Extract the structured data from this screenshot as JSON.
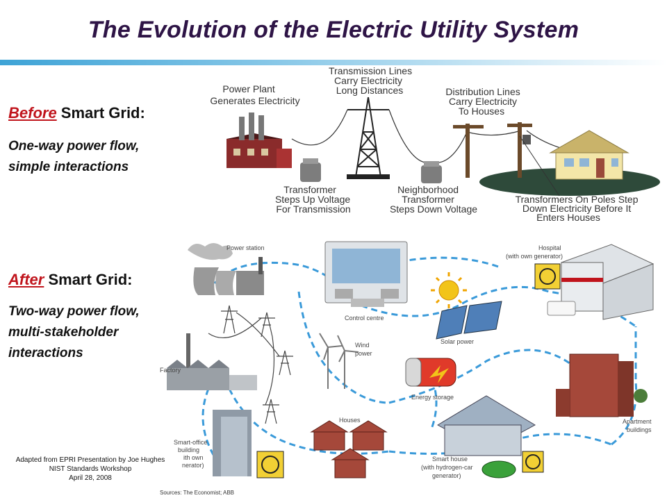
{
  "title": "The Evolution of the Electric Utility System",
  "before": {
    "accent": "Before",
    "rest": " Smart Grid:",
    "line1": "One-way power flow,",
    "line2": "simple interactions"
  },
  "after": {
    "accent": "After",
    "rest": " Smart Grid:",
    "line1": "Two-way power flow,",
    "line2": "multi-stakeholder",
    "line3": "interactions"
  },
  "credit": {
    "line1": "Adapted from EPRI Presentation by Joe Hughes",
    "line2": "NIST Standards Workshop",
    "line3": "April 28, 2008"
  },
  "top_diagram": {
    "power_plant": [
      "Power Plant",
      "Generates Electricity"
    ],
    "transmission": [
      "Transmission Lines",
      "Carry Electricity",
      "Long Distances"
    ],
    "distribution": [
      "Distribution Lines",
      "Carry Electricity",
      "To Houses"
    ],
    "transformer_up": [
      "Transformer",
      "Steps Up Voltage",
      "For Transmission"
    ],
    "neighborhood": [
      "Neighborhood",
      "Transformer",
      "Steps Down Voltage"
    ],
    "poles": [
      "Transformers On Poles Step",
      "Down Electricity Before It",
      "Enters Houses"
    ]
  },
  "smart_grid": {
    "power_station": "Power station",
    "control_centre": "Control centre",
    "hospital": [
      "Hospital",
      "(with own generator)"
    ],
    "solar": "Solar power",
    "wind": [
      "Wind",
      "power"
    ],
    "energy_storage": "Energy storage",
    "factory": "Factory",
    "houses": "Houses",
    "apartments": [
      "Apartment",
      "buildings"
    ],
    "smart_office": [
      "Smart-office",
      "building",
      "ith own",
      "nerator)"
    ],
    "smart_house": [
      "Smart house",
      "(with hydrogen-car",
      "generator)"
    ],
    "sources": "Sources: The Economist; ABB"
  },
  "colors": {
    "title": "#2e1446",
    "accent": "#c0141c",
    "rule": "#3ea3d6",
    "network": "#3a9ad9"
  }
}
